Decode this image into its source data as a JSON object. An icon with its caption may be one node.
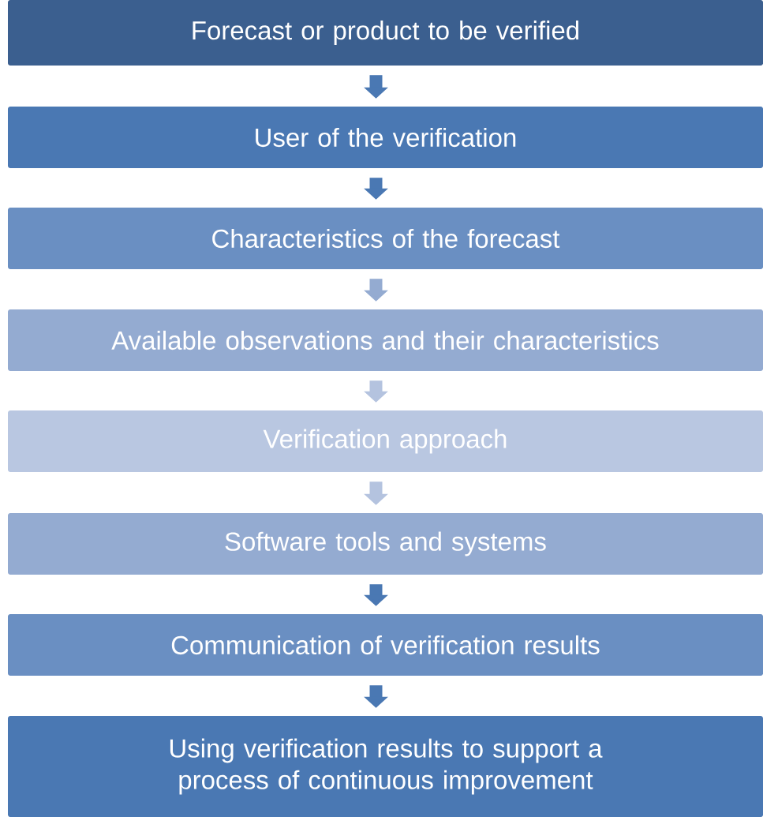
{
  "diagram": {
    "nodes": [
      {
        "text": [
          "Forecast or product to be verified"
        ]
      },
      {
        "text": [
          "User of the verification"
        ]
      },
      {
        "text": [
          "Characteristics of the forecast"
        ]
      },
      {
        "text": [
          "Available observations and their characteristics"
        ]
      },
      {
        "text": [
          "Verification approach"
        ]
      },
      {
        "text": [
          "Software tools and systems"
        ]
      },
      {
        "text": [
          "Communication of verification results"
        ]
      },
      {
        "text": [
          "Using verification results to support a process of continuous improvement"
        ]
      }
    ],
    "edges": [
      {
        "from": 0,
        "to": 1,
        "arrow": "to"
      },
      {
        "from": 1,
        "to": 2,
        "arrow": "to"
      },
      {
        "from": 2,
        "to": 3,
        "arrow": "to",
        "color": "#94abd1"
      },
      {
        "from": 3,
        "to": 4,
        "arrow": "to",
        "color": "#b4c3df"
      },
      {
        "from": 4,
        "to": 5,
        "arrow": "to",
        "color": "#b4c3df"
      },
      {
        "from": 5,
        "to": 6,
        "arrow": "to"
      },
      {
        "from": 6,
        "to": 7,
        "arrow": "to"
      }
    ]
  }
}
